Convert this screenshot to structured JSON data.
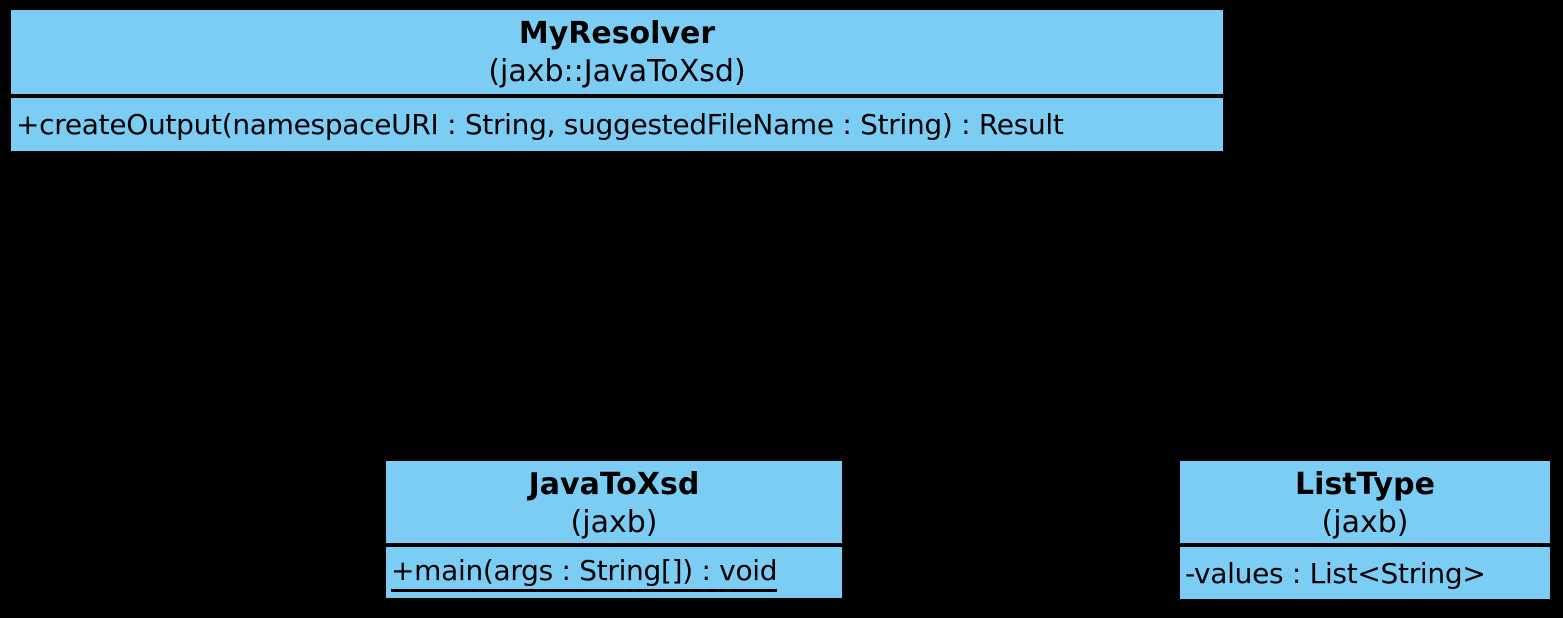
{
  "diagram": {
    "type": "uml-class-diagram",
    "background_color": "#000000",
    "box_fill_color": "#7CCDF4",
    "box_border_color": "#000000",
    "text_color": "#000000",
    "classes": [
      {
        "name": "MyResolver",
        "package": "(jaxb::JavaToXsd)",
        "members": [
          {
            "text": "+createOutput(namespaceURI : String, suggestedFileName : String) : Result",
            "static": false,
            "kind": "operation"
          }
        ]
      },
      {
        "name": "JavaToXsd",
        "package": "(jaxb)",
        "members": [
          {
            "text": "+main(args : String[]) : void",
            "static": true,
            "kind": "operation"
          }
        ]
      },
      {
        "name": "ListType",
        "package": "(jaxb)",
        "members": [
          {
            "text": "-values : List<String>",
            "static": false,
            "kind": "attribute"
          }
        ]
      }
    ]
  }
}
